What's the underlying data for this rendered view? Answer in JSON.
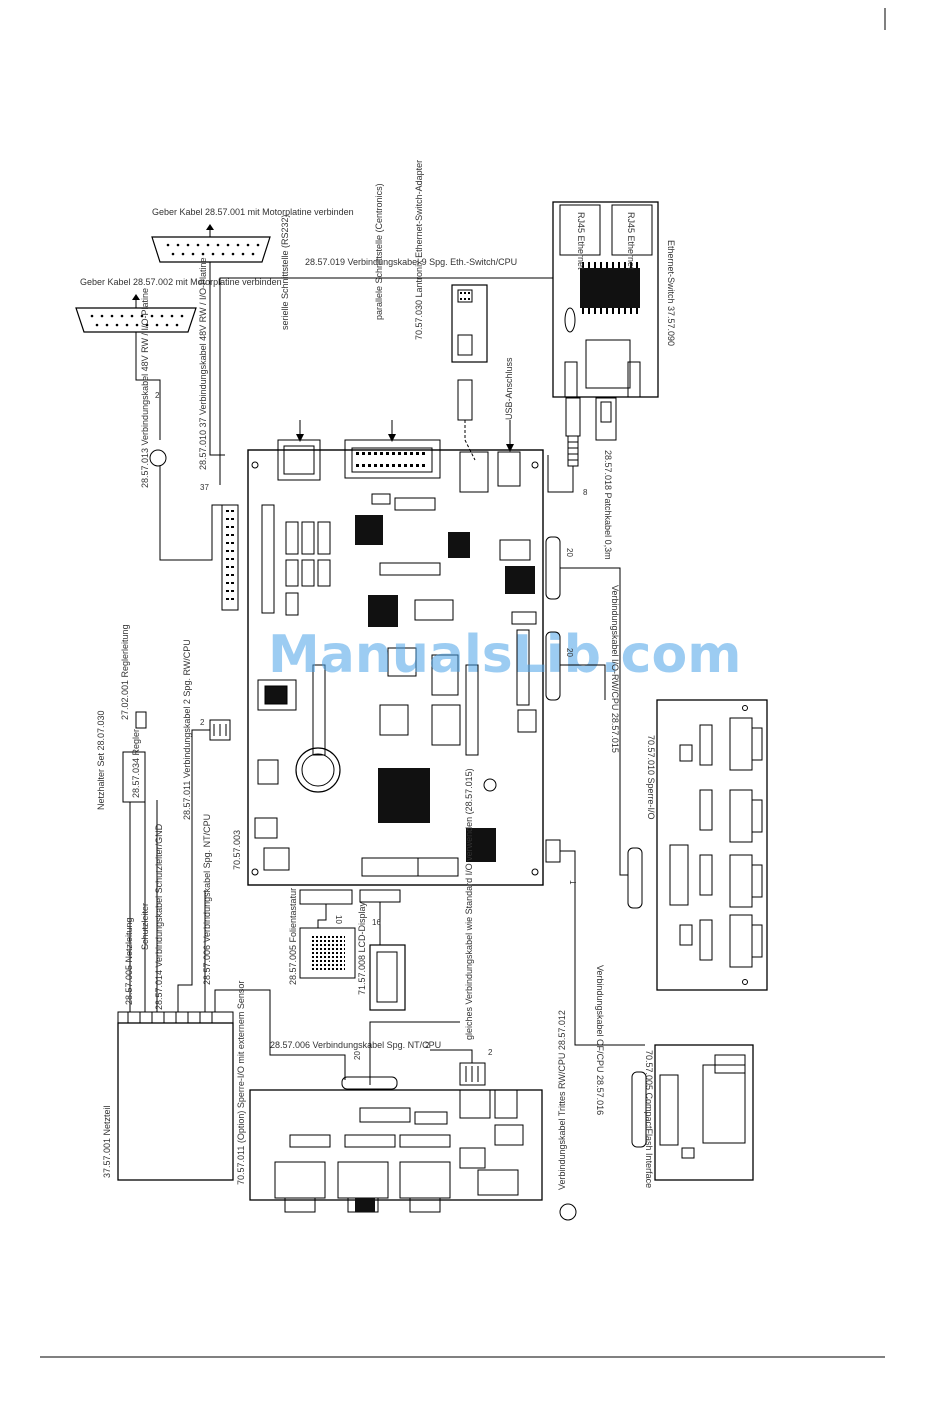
{
  "watermark": "ManualsLib.com",
  "labels": {
    "geber1": "Geber Kabel 28.57.001 mit Motorplatine verbinden",
    "geber2": "Geber Kabel 28.57.002 mit Motorplatine verbinden",
    "vk_eth_cpu": "28.57.019 Verbindungskabel 9 Spg. Eth.-Switch/CPU",
    "eth_switch": "Ethernet-Switch 37.57.090",
    "rj45_a": "RJ45 Ethernet",
    "rj45_b": "RJ45 Ethernet",
    "lantronix": "70.57.030 Lantronix Ethernet-Switch-Adapter",
    "usb": "USB-Anschluss",
    "parallel": "parallele Schnittstelle (Centronics)",
    "seriell": "serielle Schnittstelle (RS232)",
    "vk_48v": "28.57.010 37 Verbindungskabel 48V RW / I/O-Platine",
    "dc_13": "28.57.013 Verbindungskabel 48V RW / I/O-Platine",
    "patchkabel": "28.57.018 Patchkabel 0,3m",
    "vk_io_cpu": "Verbindungskabel I/O-RW/CPU 28.57.015",
    "cpu_board": "70.57.003",
    "sperre_io_top": "70.57.010 Sperre-I/O",
    "vk_cf_cpu": "Verbindungskabel CF/CPU 28.57.016",
    "cf_interface": "70.57.005 CompactFlash Interface",
    "netzteil": "37.57.001 Netzteil",
    "netzhalter": "Netzhalter Set 28.07.030",
    "regler": "28.57.034 Regler",
    "reglerleitung": "27.02.001 Reglerleitung",
    "vk_spg_nt": "28.57.011 Verbindungskabel 2 Spg. RW/CPU",
    "schutzleiter": "Schutzleiter",
    "vk_netzteil": "28.57.014 Verbindungskabel Schutzleiter/GND",
    "vk_005": "28.57.005 Netzleitung",
    "vk_006": "28.57.006 Verbindungskabel Spg. NT/CPU",
    "vk_006b": "28.57.006 Verbindungskabel Spg. NT/CPU",
    "folientastatur": "28.57.005 Folientastatur",
    "display": "71.57.008 LCD-Display",
    "flachkabel": "gleiches Verbindungskabel wie Standard I/O verwenden (28.57.015)",
    "sperre_io_bottom": "70.57.011 (Option) Sperre-I/O mit externem Sensor",
    "vk_sensor": "Verbindungskabel Trittes RW/CPU 28.57.012",
    "n_2a": "2",
    "n_2b": "2",
    "n_2c": "2",
    "n_2d": "2",
    "n_8": "8",
    "n_10": "10",
    "n_16": "16",
    "n_20a": "20",
    "n_20b": "20",
    "n_20c": "20",
    "n_1": "1",
    "n_37": "37"
  }
}
